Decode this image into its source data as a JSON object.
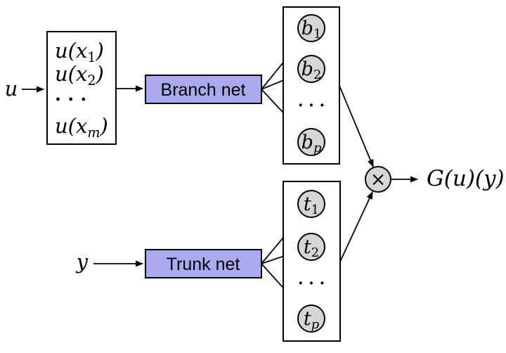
{
  "colors": {
    "net_box_fill": "#aaaaee",
    "node_fill": "#d6d6d6",
    "stroke": "#000000",
    "background": "#ffffff"
  },
  "inputs": {
    "u_label": "u",
    "y_label": "y"
  },
  "sensor_box": {
    "dots": "· · ·",
    "lines": [
      {
        "pre": "u(x",
        "sub": "1",
        "post": ")"
      },
      {
        "pre": "u(x",
        "sub": "2",
        "post": ")"
      },
      {
        "pre": "u(x",
        "sub": "m",
        "post": ")"
      }
    ]
  },
  "branch": {
    "label": "Branch net",
    "dots": "· · ·",
    "nodes": [
      {
        "main": "b",
        "sub": "1"
      },
      {
        "main": "b",
        "sub": "2"
      },
      {
        "main": "b",
        "sub": "p"
      }
    ]
  },
  "trunk": {
    "label": "Trunk net",
    "dots": "· · ·",
    "nodes": [
      {
        "main": "t",
        "sub": "1"
      },
      {
        "main": "t",
        "sub": "2"
      },
      {
        "main": "t",
        "sub": "p"
      }
    ]
  },
  "output": {
    "operator": "×",
    "label": "G(u)(y)"
  }
}
